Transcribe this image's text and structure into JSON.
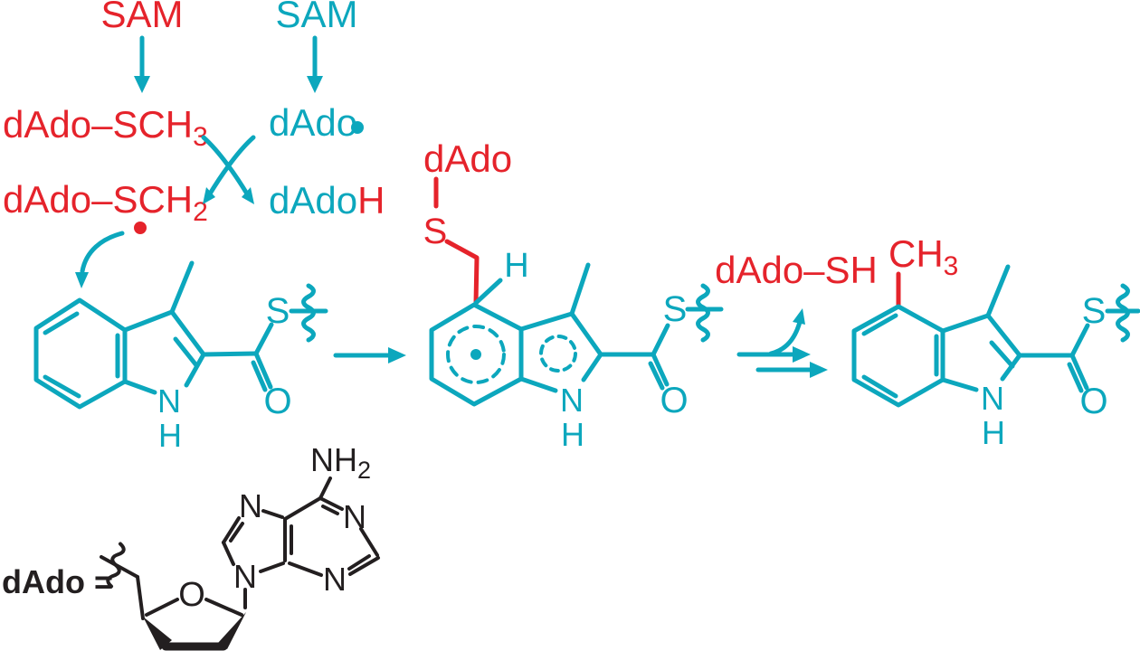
{
  "colors": {
    "red": "#e5232b",
    "teal": "#0ca7bd",
    "black": "#231f20",
    "bg": "#ffffff"
  },
  "labels": {
    "pathway": {
      "sam_red": "SAM",
      "sam_teal": "SAM",
      "dado_sch3": {
        "main": "dAdo–SCH",
        "sub": "3"
      },
      "dado_sch2": {
        "main": "dAdo–SCH",
        "sub": "2"
      },
      "dado_radical": "dAdo",
      "dadoh": {
        "teal_part": "dAdo",
        "red_part": "H"
      }
    },
    "intermediate": {
      "dado": "dAdo",
      "s": "S",
      "h": "H"
    },
    "byproduct": {
      "dado_sh": "dAdo–SH"
    },
    "product": {
      "ch3": {
        "main": "CH",
        "sub": "3"
      }
    },
    "indole1": {
      "s": "S",
      "o": "O",
      "n": "N",
      "h": "H"
    },
    "indole2": {
      "s": "S",
      "o": "O",
      "n": "N",
      "h": "H"
    },
    "indole3": {
      "s": "S",
      "o": "O",
      "n": "N",
      "h": "H"
    },
    "definition": {
      "dado_equals": "dAdo =",
      "sugar_o": "O",
      "adenine": {
        "n9": "N",
        "n7": "N",
        "n1": "N",
        "n3": "N",
        "nh2": {
          "main": "NH",
          "sub": "2"
        }
      }
    }
  }
}
